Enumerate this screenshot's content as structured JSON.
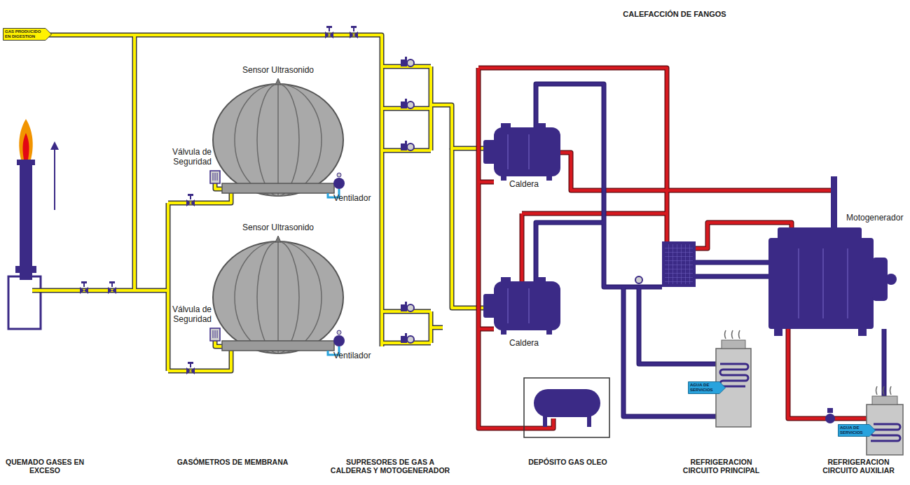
{
  "diagram": {
    "nodes": [
      {
        "text": [
          "GAS PRODUCIDO EN DIGESTION"
        ]
      },
      {
        "text": [
          "AGUA DE SERVICIOS"
        ]
      },
      {
        "text": [
          "AGUA DE SERVICIOS"
        ]
      }
    ],
    "labels": [
      "CALEFACCIÓN DE FANGOS",
      "Sensor Ultrasonido",
      "Válvula de Seguridad",
      "Ventilador",
      "Sensor Ultrasonido",
      "Válvula de Seguridad",
      "Ventilador",
      "Caldera",
      "Caldera",
      "Motogenerador",
      "QUEMADO GASES EN EXCESO",
      "GASÓMETROS DE MEMBRANA",
      "SUPRESORES DE GAS A CALDERAS Y MOTOGENERADOR",
      "DEPÓSITO GAS OLEO",
      "REFRIGERACION CIRCUITO PRINCIPAL",
      "REFRIGERACION CIRCUITO AUXILIAR"
    ]
  }
}
